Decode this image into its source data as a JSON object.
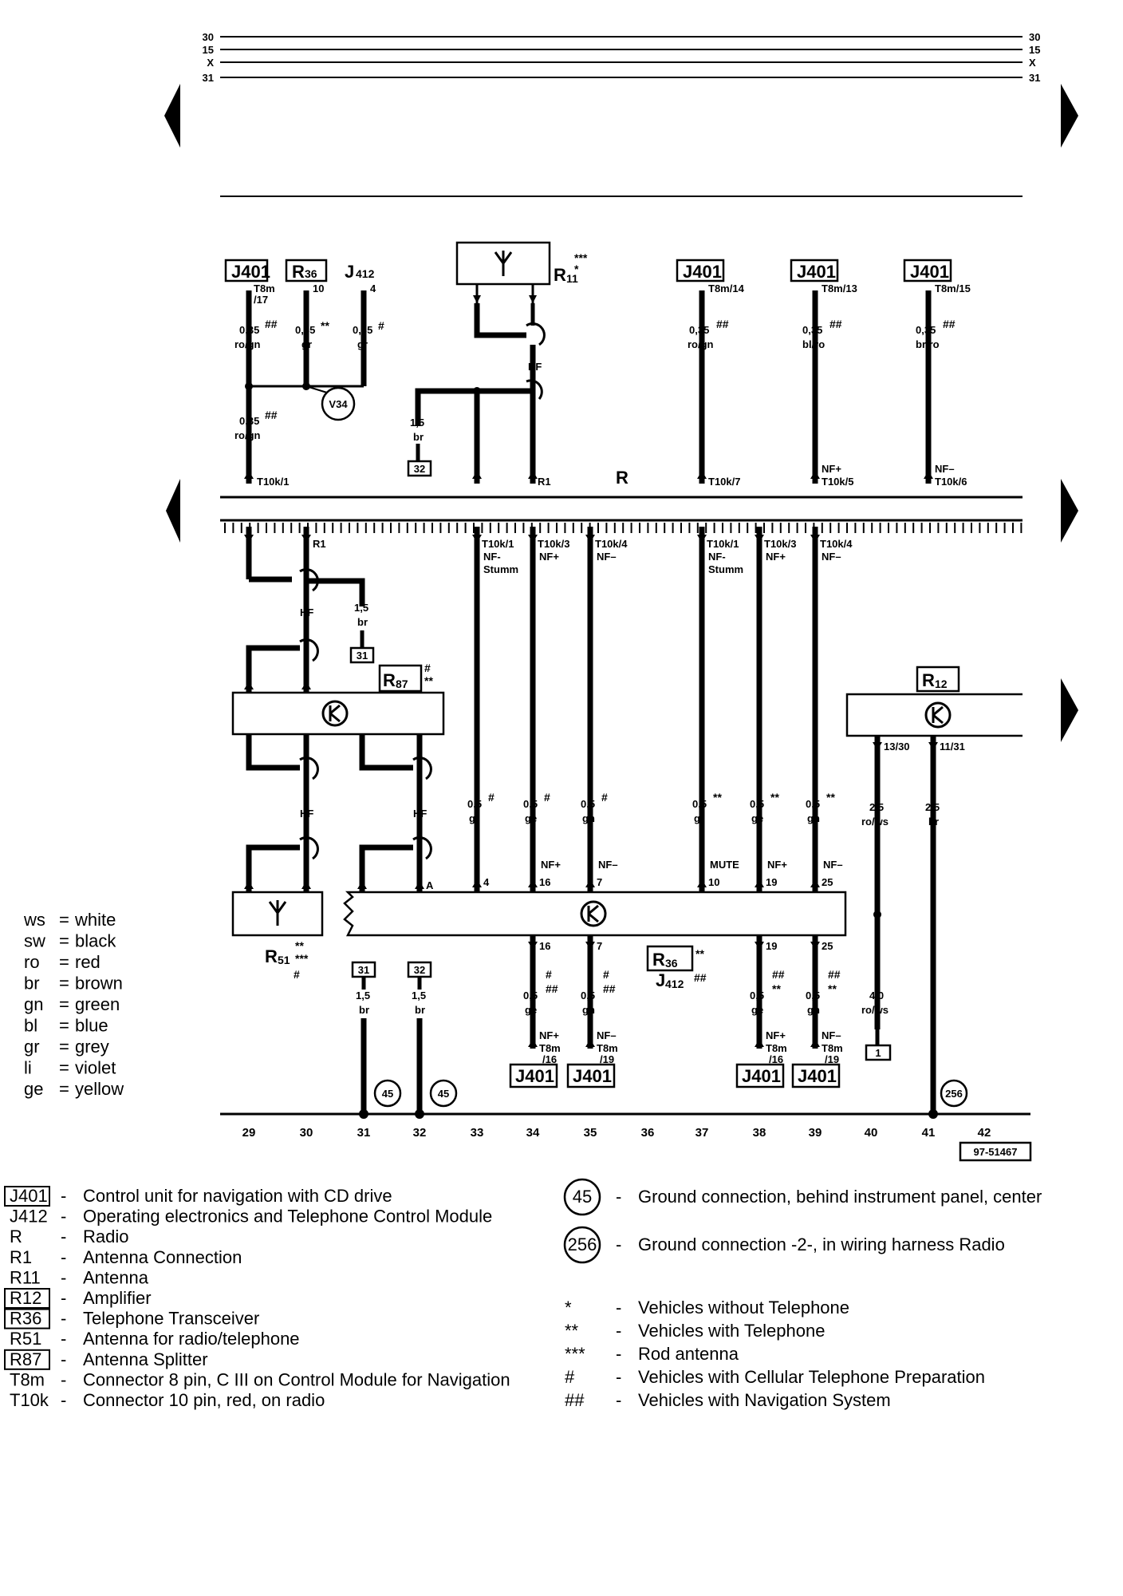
{
  "rails": [
    "30",
    "15",
    "X",
    "31"
  ],
  "doc_number": "97-51467",
  "radio_label": "R",
  "column_numbers": [
    "29",
    "30",
    "31",
    "32",
    "33",
    "34",
    "35",
    "36",
    "37",
    "38",
    "39",
    "40",
    "41",
    "42"
  ],
  "color_codes": [
    {
      "code": "ws",
      "name": "white"
    },
    {
      "code": "sw",
      "name": "black"
    },
    {
      "code": "ro",
      "name": "red"
    },
    {
      "code": "br",
      "name": "brown"
    },
    {
      "code": "gn",
      "name": "green"
    },
    {
      "code": "bl",
      "name": "blue"
    },
    {
      "code": "gr",
      "name": "grey"
    },
    {
      "code": "li",
      "name": "violet"
    },
    {
      "code": "ge",
      "name": "yellow"
    }
  ],
  "components": [
    {
      "code": "J401",
      "desc": "Control unit for navigation with CD drive",
      "boxed": true
    },
    {
      "code": "J412",
      "desc": "Operating electronics and Telephone Control Module",
      "boxed": false
    },
    {
      "code": "R",
      "desc": "Radio",
      "boxed": false
    },
    {
      "code": "R1",
      "desc": "Antenna Connection",
      "boxed": false
    },
    {
      "code": "R11",
      "desc": "Antenna",
      "boxed": false
    },
    {
      "code": "R12",
      "desc": "Amplifier",
      "boxed": true
    },
    {
      "code": "R36",
      "desc": "Telephone Transceiver",
      "boxed": true
    },
    {
      "code": "R51",
      "desc": "Antenna for radio/telephone",
      "boxed": false
    },
    {
      "code": "R87",
      "desc": "Antenna Splitter",
      "boxed": true
    },
    {
      "code": "T8m",
      "desc": "Connector 8 pin, C III on Control Module for Navigation",
      "boxed": false
    },
    {
      "code": "T10k",
      "desc": "Connector 10 pin, red, on radio",
      "boxed": false
    }
  ],
  "grounds": [
    {
      "code": "45",
      "desc": "Ground connection, behind instrument panel, center"
    },
    {
      "code": "256",
      "desc": "Ground connection -2-, in wiring harness Radio"
    }
  ],
  "footnotes": [
    {
      "sym": "*",
      "desc": "Vehicles without Telephone"
    },
    {
      "sym": "**",
      "desc": "Vehicles with Telephone"
    },
    {
      "sym": "***",
      "desc": "Rod antenna"
    },
    {
      "sym": "#",
      "desc": "Vehicles with Cellular Telephone Preparation"
    },
    {
      "sym": "##",
      "desc": "Vehicles with Navigation System"
    }
  ],
  "top_wires": [
    {
      "comp": "J401",
      "pin": "T8m",
      "pin2": "/17",
      "size": "0,35",
      "fn": "##",
      "color": "ro/gn"
    },
    {
      "comp": "R36",
      "pin": "10",
      "size": "0,35",
      "fn": "**",
      "color": "gr"
    },
    {
      "comp": "J412",
      "pin": "4",
      "size": "0,35",
      "fn": "#",
      "color": "gr"
    },
    {
      "comp": "J401",
      "pin": "T8m/14",
      "size": "0,35",
      "fn": "##",
      "color": "ro/gn",
      "conn": "T10k/7"
    },
    {
      "comp": "J401",
      "pin": "T8m/13",
      "size": "0,35",
      "fn": "##",
      "color": "bl/ro",
      "sig": "NF+",
      "conn": "T10k/5"
    },
    {
      "comp": "J401",
      "pin": "T8m/15",
      "size": "0,35",
      "fn": "##",
      "color": "br/ro",
      "sig": "NF–",
      "conn": "T10k/6"
    }
  ],
  "joined_wire": {
    "size": "0,35",
    "fn": "##",
    "color": "ro/gn",
    "conn": "T10k/1"
  },
  "v34": "V34",
  "r11": {
    "code": "R",
    "sub": "11",
    "fn1": "***",
    "fn2": "*"
  },
  "hf": "HF",
  "r1_conn": "R1",
  "br_wire": {
    "size": "1,5",
    "color": "br"
  },
  "tag31": "31",
  "tag32": "32",
  "tag1": "1",
  "radio_pins": [
    {
      "conn": "T10k/1",
      "sig": "NF-",
      "sig2": "Stumm",
      "size": "0,5",
      "fn": "#",
      "color": "gr",
      "pin": "4"
    },
    {
      "conn": "T10k/3",
      "sig": "NF+",
      "size": "0,5",
      "fn": "#",
      "color": "ge",
      "sig_b": "NF+",
      "pin": "16"
    },
    {
      "conn": "T10k/4",
      "sig": "NF–",
      "size": "0,5",
      "fn": "#",
      "color": "gn",
      "sig_b": "NF–",
      "pin": "7"
    },
    {
      "conn": "T10k/1",
      "sig": "NF-",
      "sig2": "Stumm",
      "size": "0,5",
      "fn": "**",
      "color": "gr",
      "sig_b": "MUTE",
      "pin": "10"
    },
    {
      "conn": "T10k/3",
      "sig": "NF+",
      "size": "0,5",
      "fn": "**",
      "color": "ge",
      "sig_b": "NF+",
      "pin": "19"
    },
    {
      "conn": "T10k/4",
      "sig": "NF–",
      "size": "0,5",
      "fn": "**",
      "color": "gn",
      "sig_b": "NF–",
      "pin": "25"
    }
  ],
  "r87": {
    "code": "R",
    "sub": "87",
    "fn1": "#",
    "fn2": "**"
  },
  "r12": {
    "code": "R",
    "sub": "12",
    "pin1": "13/30",
    "pin2": "11/31"
  },
  "r12_wires": [
    {
      "size": "2,5",
      "color": "ro/ws"
    },
    {
      "size": "2,5",
      "color": "br"
    }
  ],
  "r51": {
    "code": "R",
    "sub": "51",
    "fn1": "**",
    "fn2": "***",
    "fn3": "#"
  },
  "ant_pin": "A",
  "bottom_wires": [
    {
      "pin": "16",
      "fn": "#",
      "fn2": "##",
      "size": "0,5",
      "color": "ge",
      "sig": "NF+",
      "conn": "T8m",
      "conn2": "/16"
    },
    {
      "pin": "7",
      "fn": "#",
      "fn2": "##",
      "size": "0,5",
      "color": "gn",
      "sig": "NF–",
      "conn": "T8m",
      "conn2": "/19"
    },
    {
      "pin": "19",
      "fn": "##",
      "fn2": "**",
      "size": "0,5",
      "color": "ge",
      "sig": "NF+",
      "conn": "T8m",
      "conn2": "/16"
    },
    {
      "pin": "25",
      "fn": "##",
      "fn2": "**",
      "size": "0,5",
      "color": "gn",
      "sig": "NF–",
      "conn": "T8m",
      "conn2": "/19"
    }
  ],
  "r36_j412": {
    "r36": "R",
    "r36_sub": "36",
    "fn1": "**",
    "j412": "J",
    "j412_sub": "412",
    "fn2": "##"
  },
  "ground_wire": {
    "size": "4,0",
    "color": "ro/ws"
  },
  "ground_tags": [
    "45",
    "45",
    "256"
  ],
  "j401_label": "J401"
}
